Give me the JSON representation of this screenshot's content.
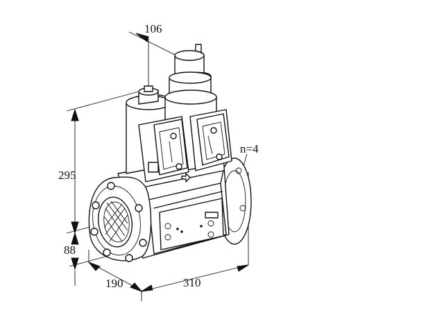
{
  "dimensions": {
    "top_width": "106",
    "height_total": "295",
    "height_lower": "88",
    "depth": "190",
    "length": "310",
    "bolt_count": "n=4"
  },
  "colors": {
    "line": "#111111",
    "background": "#ffffff"
  }
}
